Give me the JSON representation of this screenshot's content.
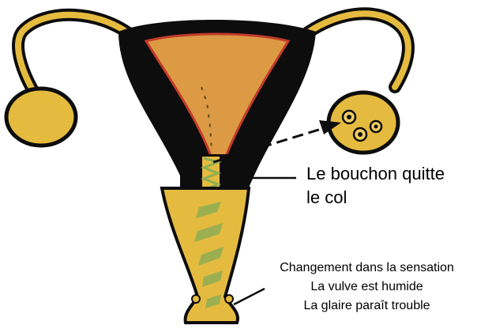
{
  "labels": {
    "bouchon": {
      "line1": "Le bouchon quitte",
      "line2": "le col"
    },
    "sensation": {
      "line1": "Changement dans la sensation",
      "line2": "La vulve est humide",
      "line3": "La glaire paraît trouble"
    }
  },
  "colors": {
    "tissue": "#e5bb3f",
    "tissue_dark": "#c99a2a",
    "wall": "#0d0d0d",
    "cavity": "#dc9a45",
    "lining_edge": "#c23b2a",
    "mucus": "#8fae53",
    "egg": "#f2d060",
    "background": "#ffffff"
  }
}
